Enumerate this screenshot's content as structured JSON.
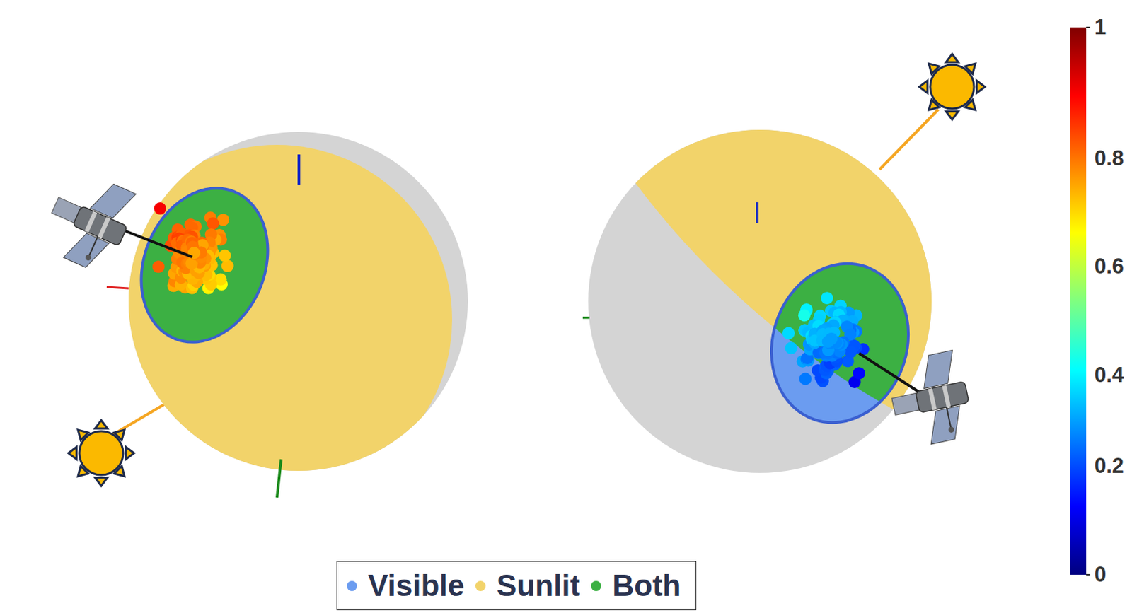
{
  "diagram": {
    "labels": [
      "1",
      "0.8",
      "0.6",
      "0.4",
      "0.2",
      "0"
    ],
    "legend": [
      {
        "text": "Visible",
        "color": "#6b9cf0"
      },
      {
        "text": "Sunlit",
        "color": "#f2d36a"
      },
      {
        "text": "Both",
        "color": "#3cb043"
      }
    ]
  }
}
